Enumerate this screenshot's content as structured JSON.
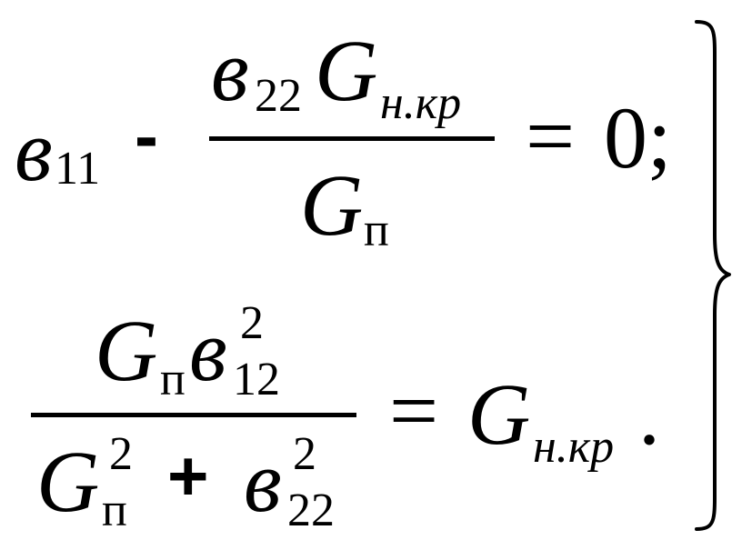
{
  "equation1": {
    "lhs_var": "в",
    "lhs_sub": "11",
    "minus": "-",
    "num_var1": "в",
    "num_sub1": "22",
    "num_var2": "G",
    "num_sub2": "н.кр",
    "den_var": "G",
    "den_sub": "п",
    "equals": "=",
    "rhs": "0;"
  },
  "equation2": {
    "num_var1": "G",
    "num_sub1": "п",
    "num_var2": "в",
    "num_sup2": "2",
    "num_sub2": "12",
    "den_var1": "G",
    "den_sup1": "2",
    "den_sub1": "п",
    "plus": "+",
    "den_var2": "в",
    "den_sup2": "2",
    "den_sub2": "22",
    "equals": "=",
    "rhs_var": "G",
    "rhs_sub": "н.кр",
    "rhs_end": "."
  }
}
